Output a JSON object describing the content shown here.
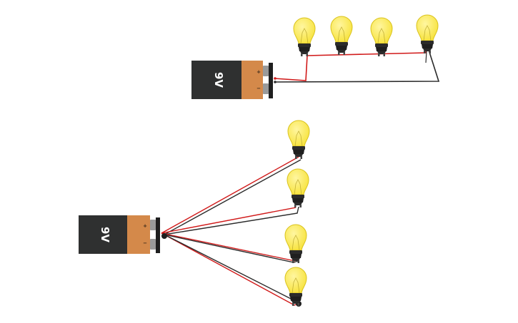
{
  "colors": {
    "wire_positive": "#d11a1a",
    "wire_negative": "#2b2b2b",
    "battery_body": "#2f3030",
    "battery_band": "#d4894a",
    "battery_terminal": "#9a9a9a",
    "bulb_glass": "#fbe94a",
    "bulb_glass_edge": "#d9c21c",
    "bulb_filament": "#b5a32a",
    "bulb_base": "#2b2b2b"
  },
  "circuits": [
    {
      "name": "series",
      "battery": {
        "voltage_label": "9V",
        "positive_symbol": "+",
        "negative_symbol": "−"
      },
      "bulb_count": 4
    },
    {
      "name": "parallel",
      "battery": {
        "voltage_label": "9V",
        "positive_symbol": "+",
        "negative_symbol": "−"
      },
      "bulb_count": 4
    }
  ]
}
